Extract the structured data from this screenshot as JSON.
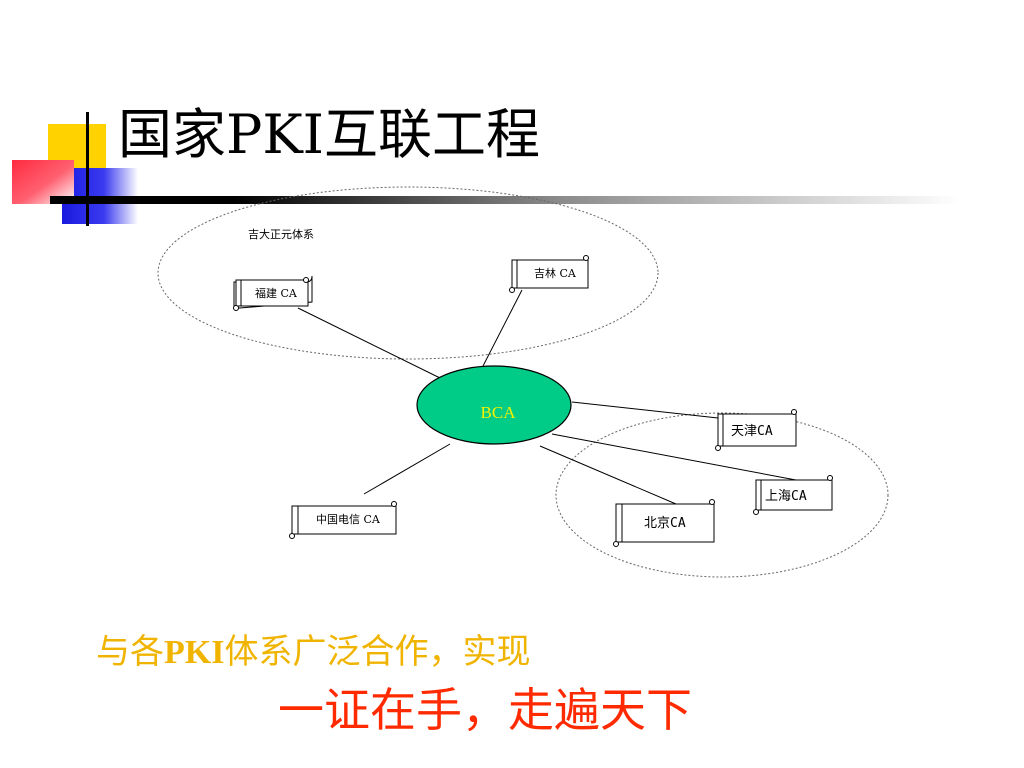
{
  "title": "国家PKI互联工程",
  "diagram": {
    "group_top_label": "吉大正元体系",
    "center_label": "BCA",
    "nodes": {
      "fujian": "福建 CA",
      "jilin": "吉林 CA",
      "tianjin": "天津CA",
      "shanghai": "上海CA",
      "beijing": "北京CA",
      "telecom": "中国电信 CA"
    },
    "colors": {
      "center_fill": "#00cc88",
      "center_text": "#f2f200"
    }
  },
  "tagline": {
    "prefix": "与各",
    "bold": "PKI",
    "suffix": "体系广泛合作，实现"
  },
  "slogan": "一证在手，走遍天下"
}
